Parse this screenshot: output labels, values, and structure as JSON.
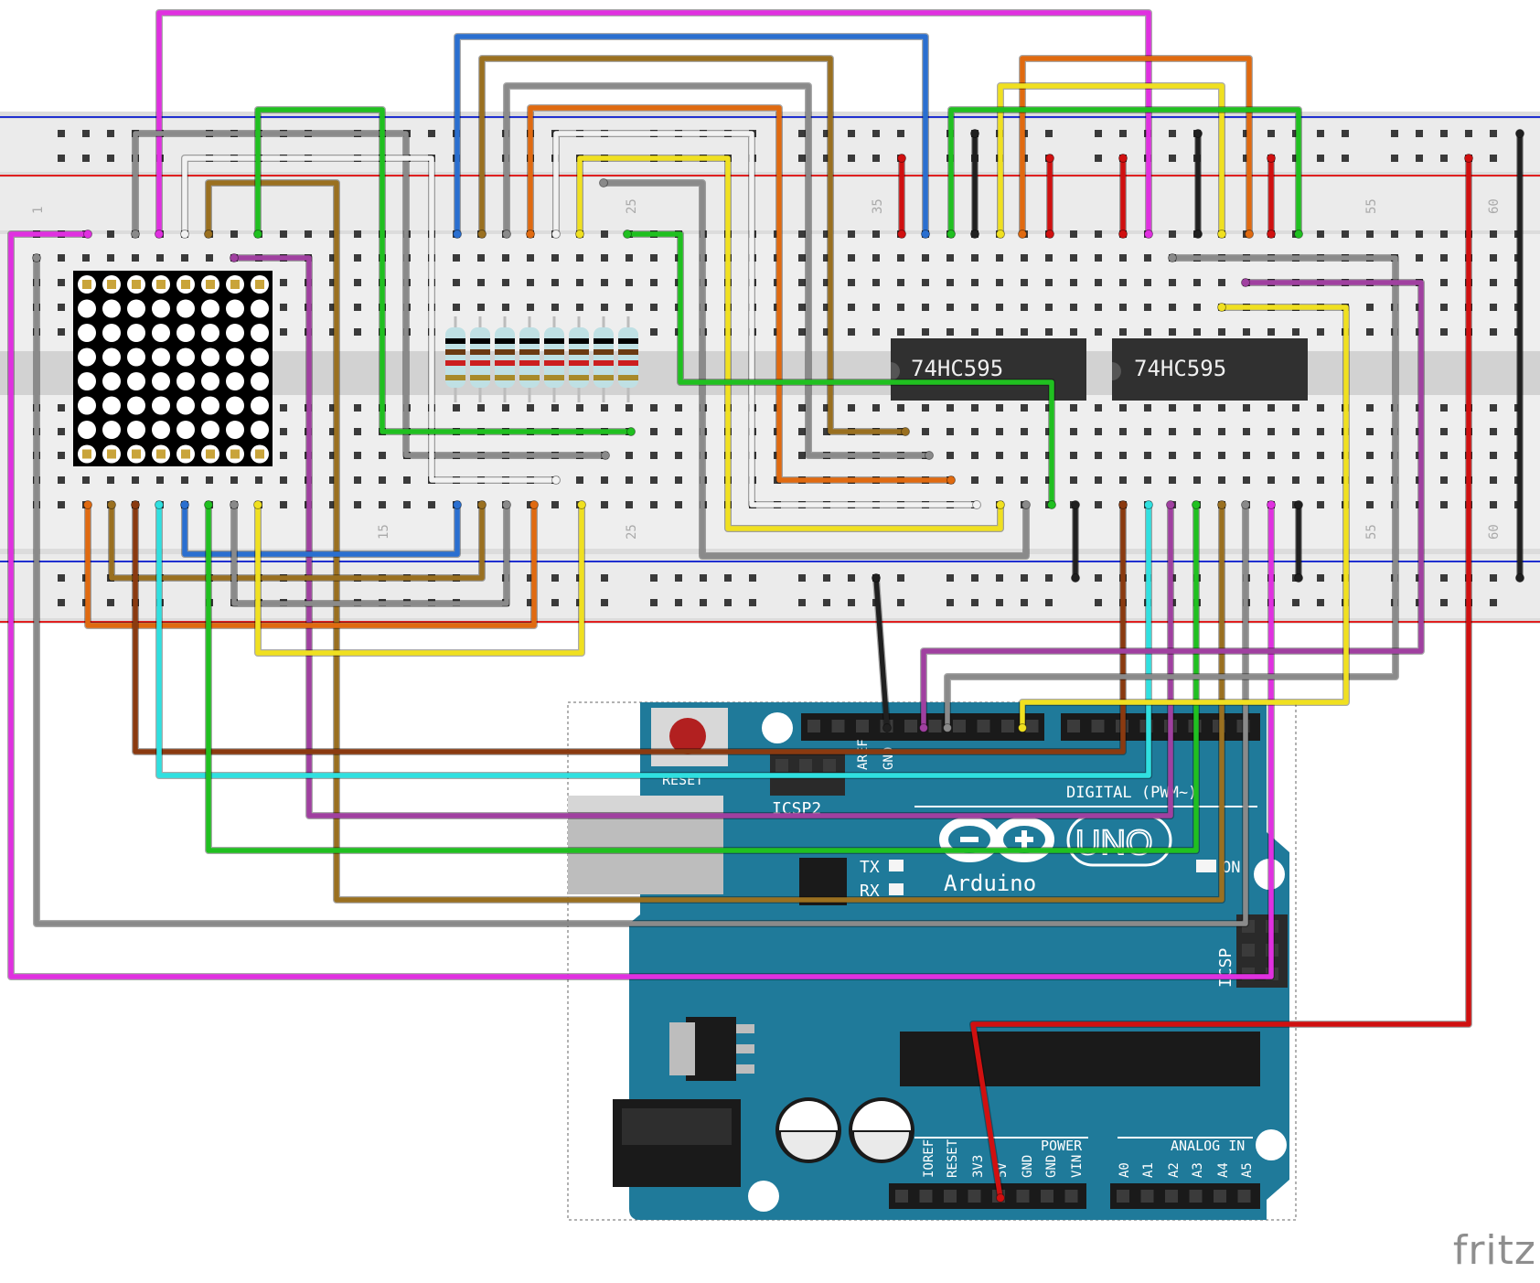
{
  "breadboard": {
    "column_numbers": [
      "1",
      "15",
      "25",
      "35",
      "55",
      "60"
    ]
  },
  "chips": [
    {
      "label": "74HC595"
    },
    {
      "label": "74HC595"
    }
  ],
  "arduino": {
    "reset_label": "RESET",
    "icsp2_label": "ICSP2",
    "icsp_label": "ICSP",
    "digital_label": "DIGITAL (PWM~)",
    "brand": "Arduino",
    "model": "UNO",
    "tx_label": "TX",
    "rx_label": "RX",
    "on_label": "ON",
    "aref_label": "AREF",
    "gnd_label": "GND",
    "power_label": "POWER",
    "analog_label": "ANALOG IN",
    "power_pins": [
      "IOREF",
      "RESET",
      "3V3",
      "5V",
      "GND",
      "GND",
      "VIN"
    ],
    "analog_pins": [
      "A0",
      "A1",
      "A2",
      "A3",
      "A4",
      "A5"
    ]
  },
  "watermark": "fritz",
  "colors": {
    "rail_red": "#e02020",
    "rail_blue": "#2030d0",
    "board_teal": "#1f7a9a",
    "magenta": "#e030e0",
    "blue": "#2a6fd0",
    "brown": "#9a7020",
    "gray": "#8a8a8a",
    "orange": "#e06a10",
    "white": "#f2f2f2",
    "yellow": "#f0e020",
    "green": "#20c020",
    "red": "#d01010",
    "black": "#202020",
    "purple": "#a040a0",
    "cyan": "#30e0e0",
    "darkbrown": "#8a3a10"
  }
}
